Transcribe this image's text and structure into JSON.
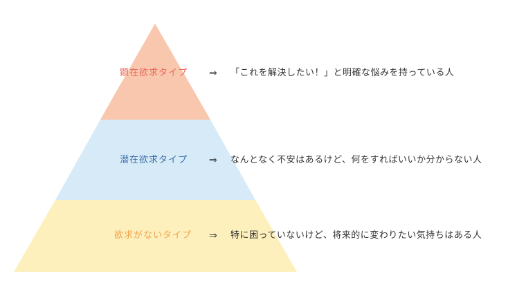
{
  "tiers": [
    {
      "label": "顕在欲求タイプ",
      "arrow": "⇒",
      "description": "「これを解決したい！」と明確な悩みを持っている人",
      "fill_color": "#f8c7ae",
      "label_color": "#ea6a5e"
    },
    {
      "label": "潜在欲求タイプ",
      "arrow": "⇒",
      "description": "なんとなく不安はあるけど、何をすればいいか分からない人",
      "fill_color": "#d6ebf7",
      "label_color": "#3f6fa8"
    },
    {
      "label": "欲求がないタイプ",
      "arrow": "⇒",
      "description": "特に困っていないけど、将来的に変わりたい気持ちはある人",
      "fill_color": "#fdf0bd",
      "label_color": "#f0a14a"
    }
  ]
}
